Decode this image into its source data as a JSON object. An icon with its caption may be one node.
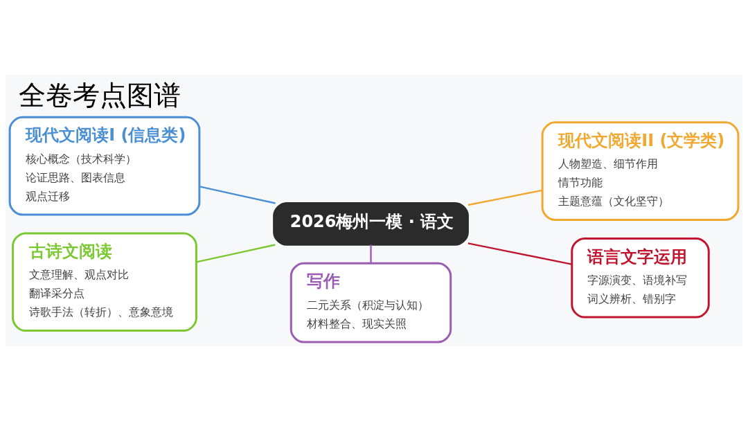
{
  "diagram": {
    "title": "全卷考点图谱",
    "nodes": [
      {
        "text": [
          "2026梅州一模 · 语文"
        ]
      },
      {
        "text": [
          "现代文阅读I (信息类)",
          "核心概念（技术科学）",
          "论证思路、图表信息",
          "观点迁移"
        ]
      },
      {
        "text": [
          "古诗文阅读",
          "文意理解、观点对比",
          "翻译采分点",
          "诗歌手法（转折）、意象意境"
        ]
      },
      {
        "text": [
          "现代文阅读II (文学类)",
          "人物塑造、细节作用",
          "情节功能",
          "主题意蕴（文化坚守）"
        ]
      },
      {
        "text": [
          "语言文字运用",
          "字源演变、语境补写",
          "词义辨析、错别字"
        ]
      },
      {
        "text": [
          "写作",
          "二元关系（积淀与认知）",
          "材料整合、现实关照"
        ]
      }
    ],
    "edges": [
      {
        "from": 0,
        "to": 1,
        "arrow": "none",
        "color": "#4a8fd4"
      },
      {
        "from": 0,
        "to": 3,
        "arrow": "none",
        "color": "#f0a830"
      },
      {
        "from": 0,
        "to": 2,
        "arrow": "none",
        "color": "#7cc832"
      },
      {
        "from": 0,
        "to": 4,
        "arrow": "none",
        "color": "#c0152f"
      },
      {
        "from": 0,
        "to": 5,
        "arrow": "none",
        "color": "#9b5cb4"
      }
    ]
  }
}
